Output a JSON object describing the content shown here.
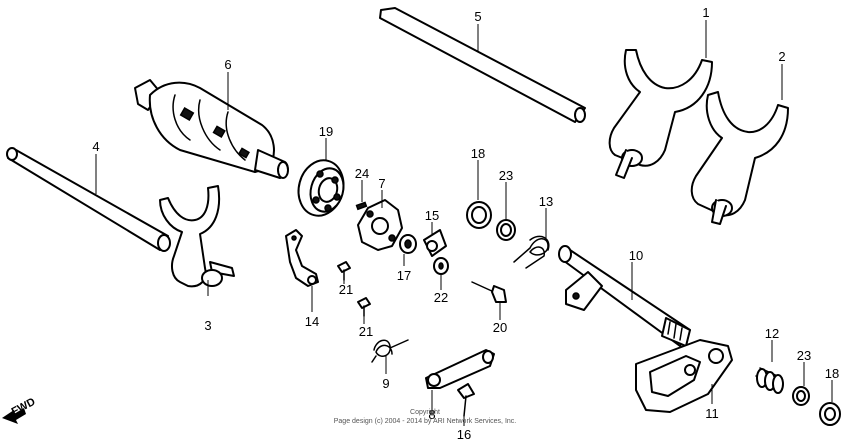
{
  "callouts": [
    {
      "id": "c1",
      "label": "1"
    },
    {
      "id": "c2",
      "label": "2"
    },
    {
      "id": "c3",
      "label": "3"
    },
    {
      "id": "c4",
      "label": "4"
    },
    {
      "id": "c5",
      "label": "5"
    },
    {
      "id": "c6",
      "label": "6"
    },
    {
      "id": "c7",
      "label": "7"
    },
    {
      "id": "c8",
      "label": "8"
    },
    {
      "id": "c9",
      "label": "9"
    },
    {
      "id": "c10",
      "label": "10"
    },
    {
      "id": "c11",
      "label": "11"
    },
    {
      "id": "c12",
      "label": "12"
    },
    {
      "id": "c13",
      "label": "13"
    },
    {
      "id": "c14",
      "label": "14"
    },
    {
      "id": "c15",
      "label": "15"
    },
    {
      "id": "c16",
      "label": "16"
    },
    {
      "id": "c17",
      "label": "17"
    },
    {
      "id": "c18a",
      "label": "18"
    },
    {
      "id": "c18b",
      "label": "18"
    },
    {
      "id": "c19",
      "label": "19"
    },
    {
      "id": "c20",
      "label": "20"
    },
    {
      "id": "c21a",
      "label": "21"
    },
    {
      "id": "c21b",
      "label": "21"
    },
    {
      "id": "c22",
      "label": "22"
    },
    {
      "id": "c23a",
      "label": "23"
    },
    {
      "id": "c23b",
      "label": "23"
    },
    {
      "id": "c24",
      "label": "24"
    }
  ],
  "direction_label": "FWD",
  "copyright_line1": "Copyright",
  "copyright_line2": "Page design (c) 2004 - 2014 by ARI Network Services, Inc."
}
